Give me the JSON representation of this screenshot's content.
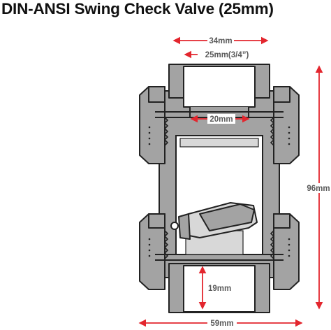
{
  "title": "DIN-ANSI Swing Check Valve (25mm)",
  "dimensions": {
    "socket_outer": "34mm",
    "socket_inner": "25mm(3/4”)",
    "bore": "20mm",
    "overall_height": "96mm",
    "socket_depth": "19mm",
    "overall_width": "59mm"
  },
  "colors": {
    "body_fill": "#a3a3a3",
    "body_light": "#d8d8d8",
    "outline": "#222222",
    "dimension_arrow": "#e3262e",
    "dimension_text": "#5a5a5a"
  }
}
